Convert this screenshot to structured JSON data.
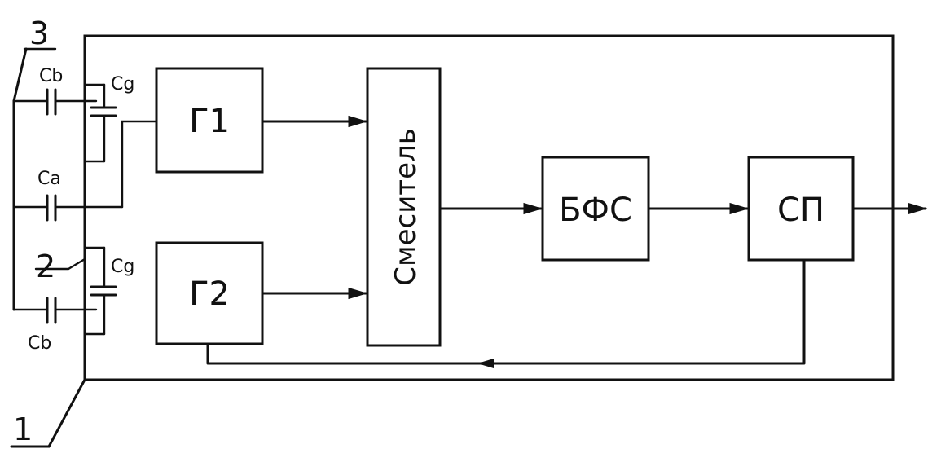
{
  "blocks": {
    "g1": "Г1",
    "g2": "Г2",
    "mixer": "Смеситель",
    "bfs": "БФС",
    "sp": "СП"
  },
  "capacitors": {
    "cb_top": "Cb",
    "cg_top": "Cg",
    "ca": "Ca",
    "cg_bottom": "Cg",
    "cb_bottom": "Cb"
  },
  "callouts": {
    "one": "1",
    "two": "2",
    "three": "3"
  }
}
